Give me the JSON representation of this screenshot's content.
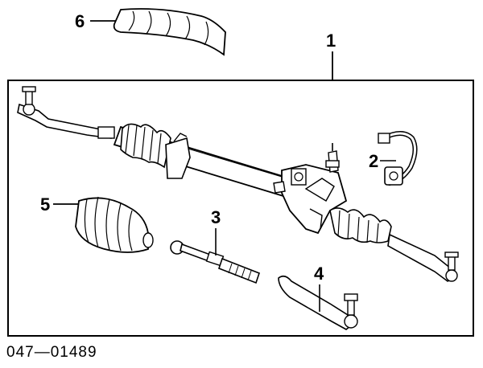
{
  "callouts": {
    "c1": "1",
    "c2": "2",
    "c3": "3",
    "c4": "4",
    "c5": "5",
    "c6": "6"
  },
  "figure_code": "047—01489"
}
